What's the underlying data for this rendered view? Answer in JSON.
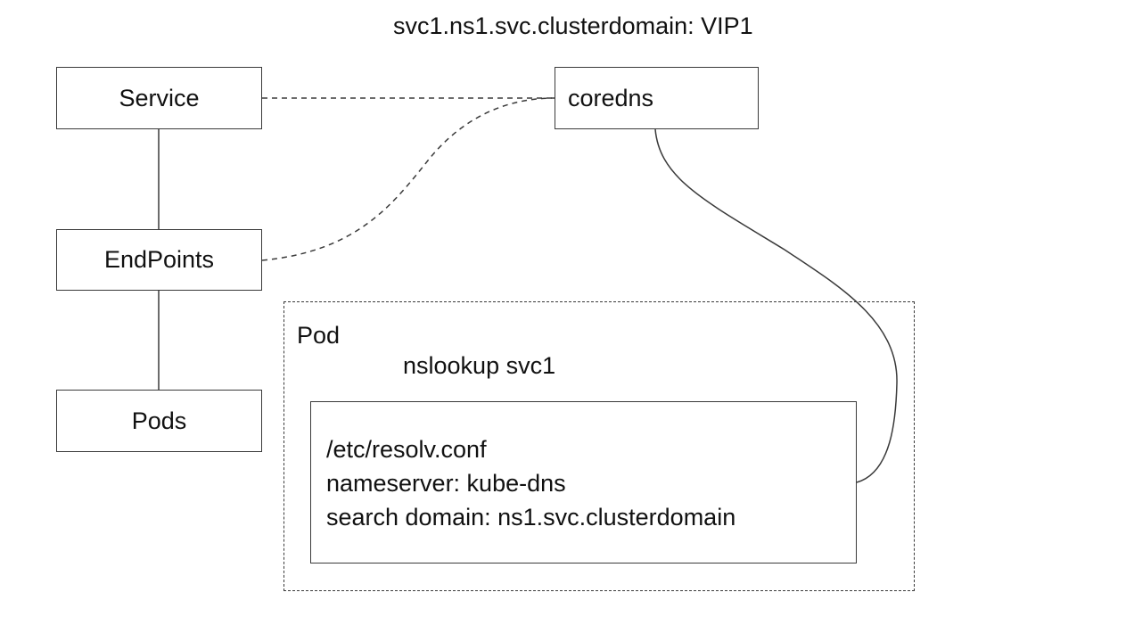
{
  "diagram": {
    "dns_record": "svc1.ns1.svc.clusterdomain: VIP1",
    "nodes": {
      "service": "Service",
      "endpoints": "EndPoints",
      "pods": "Pods",
      "coredns": "coredns"
    },
    "pod": {
      "label": "Pod",
      "command": "nslookup svc1",
      "resolv_conf": {
        "file": "/etc/resolv.conf",
        "nameserver": "nameserver: kube-dns",
        "search_domain": "search domain: ns1.svc.clusterdomain"
      }
    }
  }
}
